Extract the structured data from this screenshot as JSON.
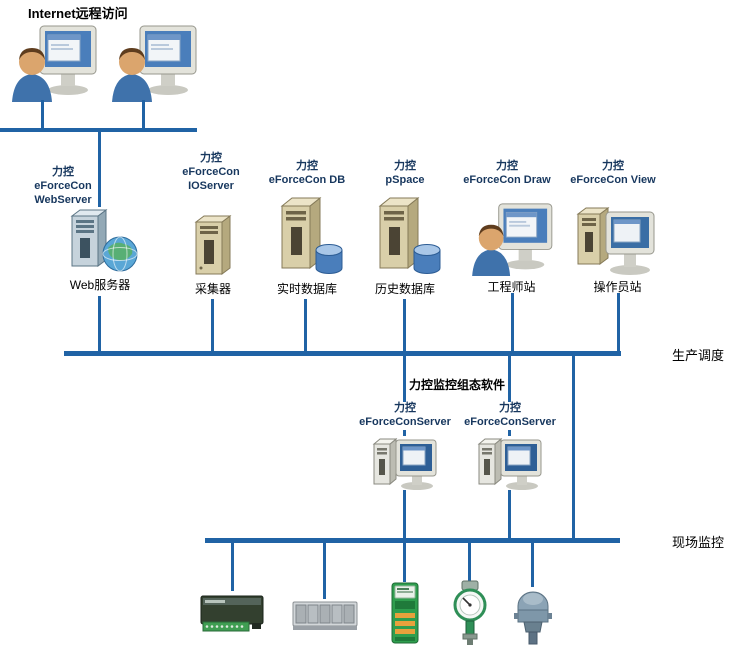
{
  "title": "Internet远程访问",
  "colors": {
    "line": "#2063A5",
    "node_label": "#17375E",
    "text": "#000000"
  },
  "sections": {
    "production_label": "生产调度",
    "field_label": "现场监控",
    "middleware_title": "力控监控组态软件"
  },
  "nodes": {
    "webserver": {
      "label": "力控\neForceCon\nWebServer",
      "caption": "Web服务器"
    },
    "ioserver": {
      "label": "力控\neForceCon\nIOServer",
      "caption": "采集器"
    },
    "realtime_db": {
      "label": "力控\neForceCon DB",
      "caption": "实时数据库"
    },
    "history_db": {
      "label": "力控\npSpace",
      "caption": "历史数据库"
    },
    "engineer_station": {
      "label": "力控\neForceCon Draw",
      "caption": "工程师站"
    },
    "operator_station": {
      "label": "力控\neForceCon View",
      "caption": "操作员站"
    },
    "scada_server_1": {
      "label": "力控\neForceConServer"
    },
    "scada_server_2": {
      "label": "力控\neForceConServer"
    }
  }
}
